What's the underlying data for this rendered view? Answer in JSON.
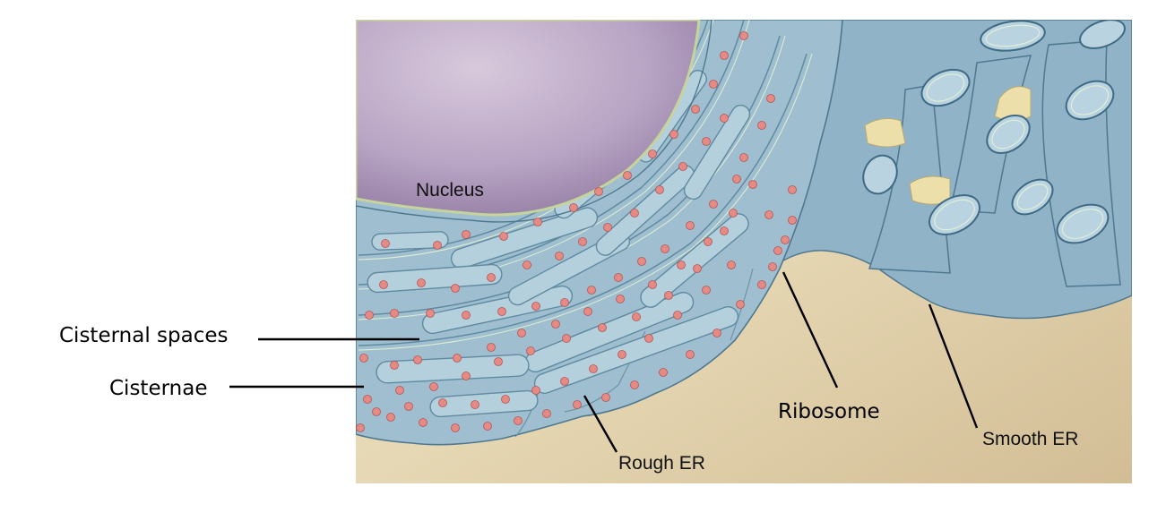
{
  "labels": {
    "cisternal_spaces": "Cisternal spaces",
    "cisternae": "Cisternae",
    "nucleus": "Nucleus",
    "ribosome": "Ribosome",
    "rough_er": "Rough ER",
    "smooth_er": "Smooth ER"
  },
  "colors": {
    "nucleus": "#a894b6",
    "membrane": "#9fbfd0",
    "lumen": "#b5d0dd",
    "ribosome": "#e68a86",
    "cytoplasm": "#e9dcb8"
  }
}
